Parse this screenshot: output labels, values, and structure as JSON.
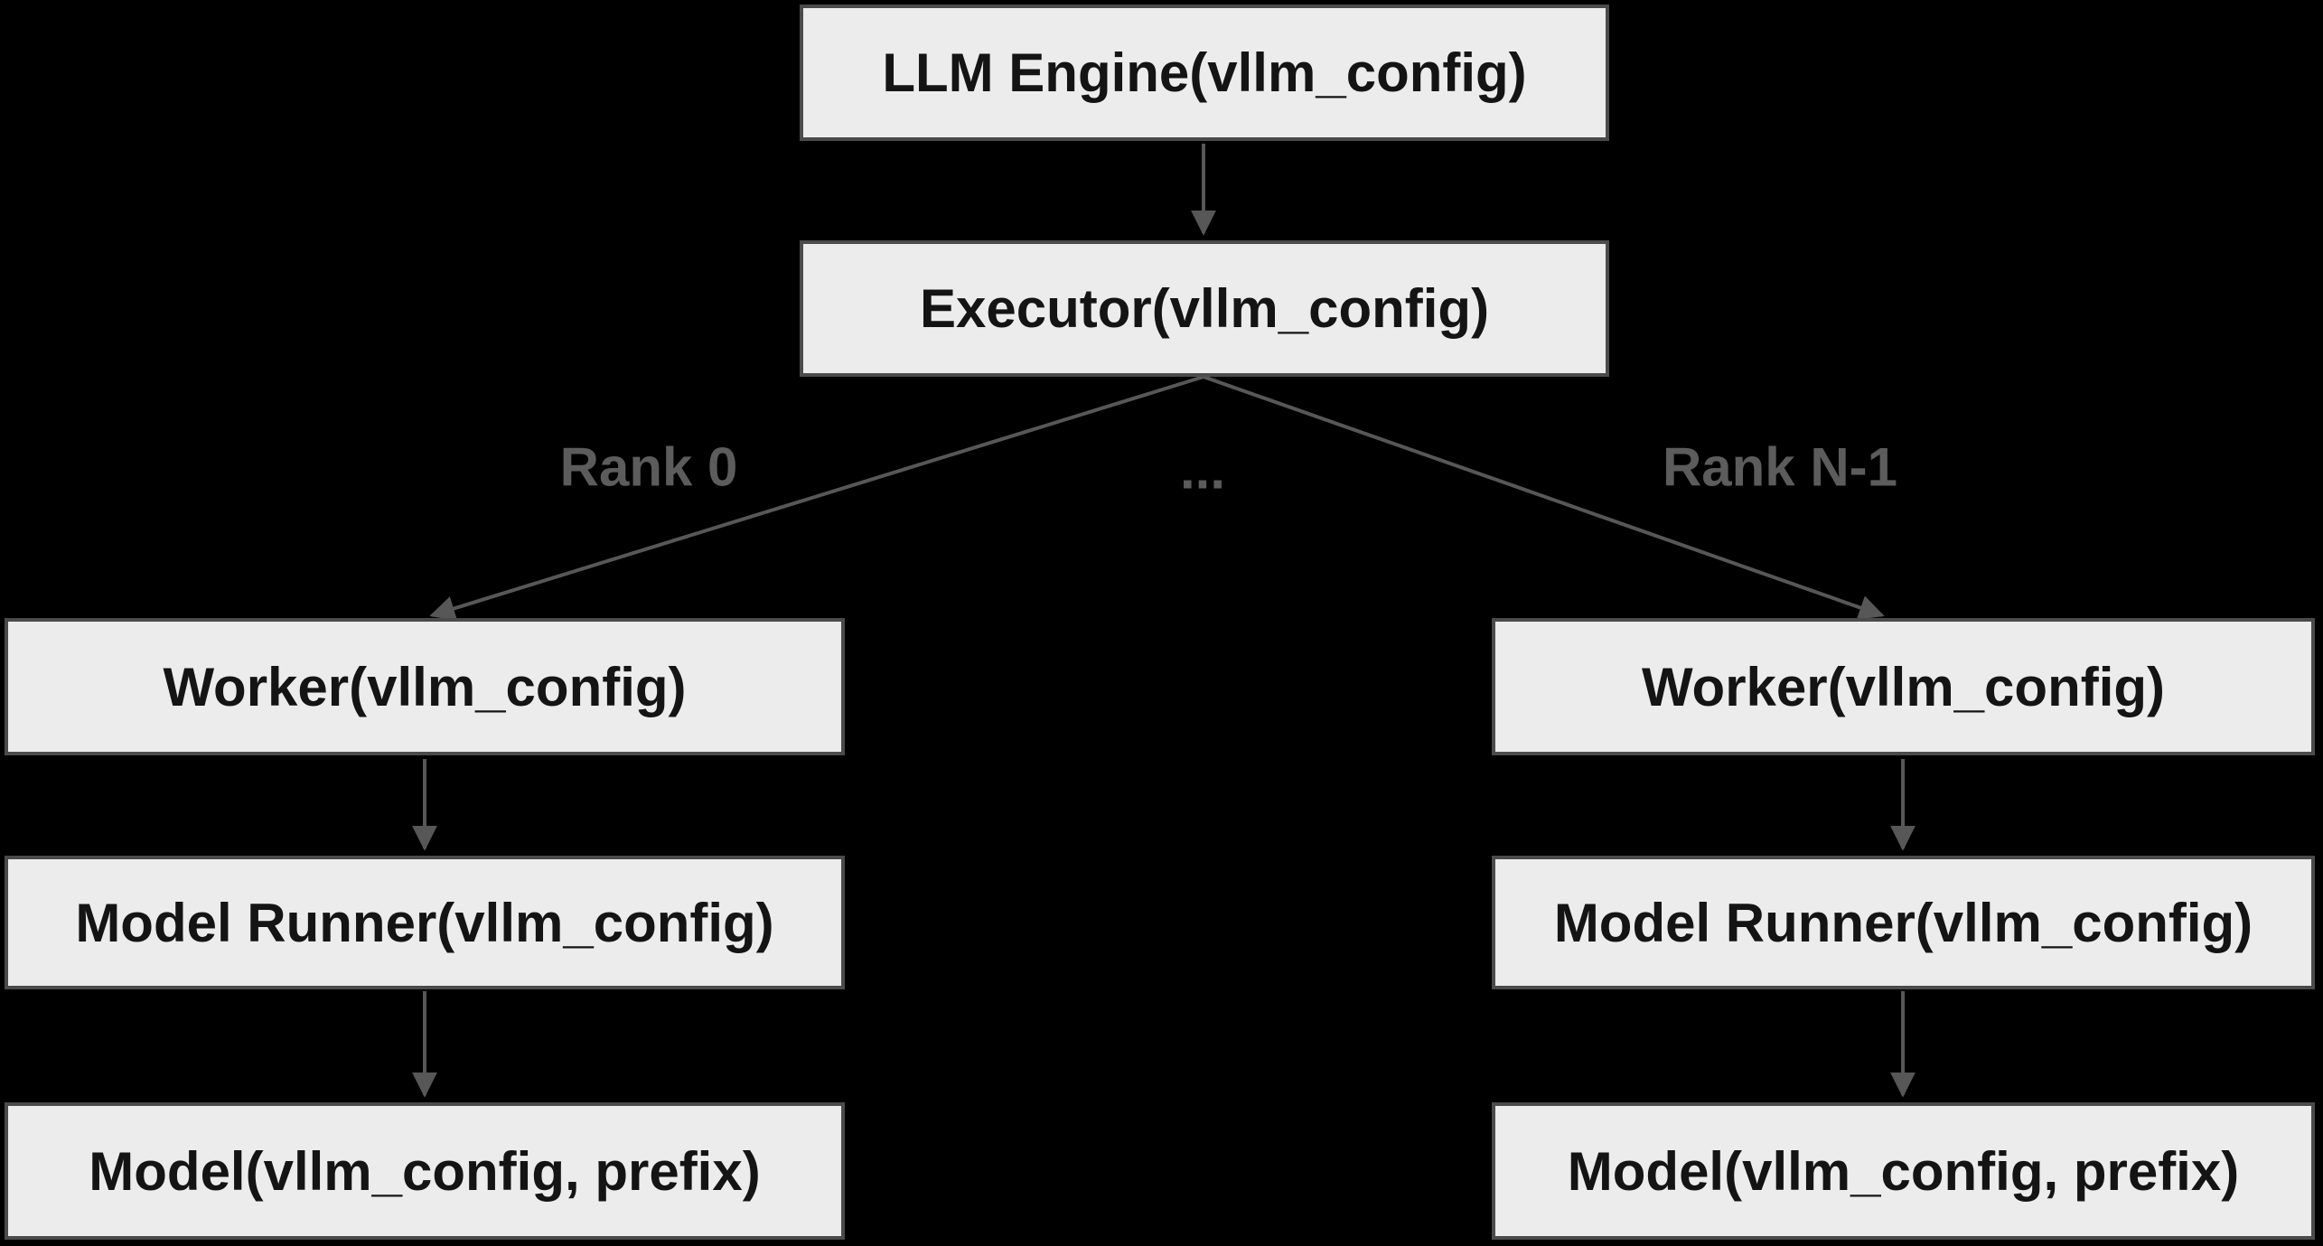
{
  "diagram": {
    "type": "flowchart",
    "background_color": "#000000",
    "node_fill_color": "#ececec",
    "node_border_color": "#4b4b4b",
    "node_text_color": "#141414",
    "edge_color": "#575757",
    "edge_label_color": "#5c5c5c",
    "nodes": {
      "llm_engine": {
        "label": "LLM Engine(vllm_config)"
      },
      "executor": {
        "label": "Executor(vllm_config)"
      },
      "worker_left": {
        "label": "Worker(vllm_config)"
      },
      "model_runner_left": {
        "label": "Model Runner(vllm_config)"
      },
      "model_left": {
        "label": "Model(vllm_config, prefix)"
      },
      "worker_right": {
        "label": "Worker(vllm_config)"
      },
      "model_runner_right": {
        "label": "Model Runner(vllm_config)"
      },
      "model_right": {
        "label": "Model(vllm_config, prefix)"
      }
    },
    "edge_labels": {
      "rank_0": "Rank 0",
      "ellipsis": "...",
      "rank_n_1": "Rank N-1"
    }
  }
}
